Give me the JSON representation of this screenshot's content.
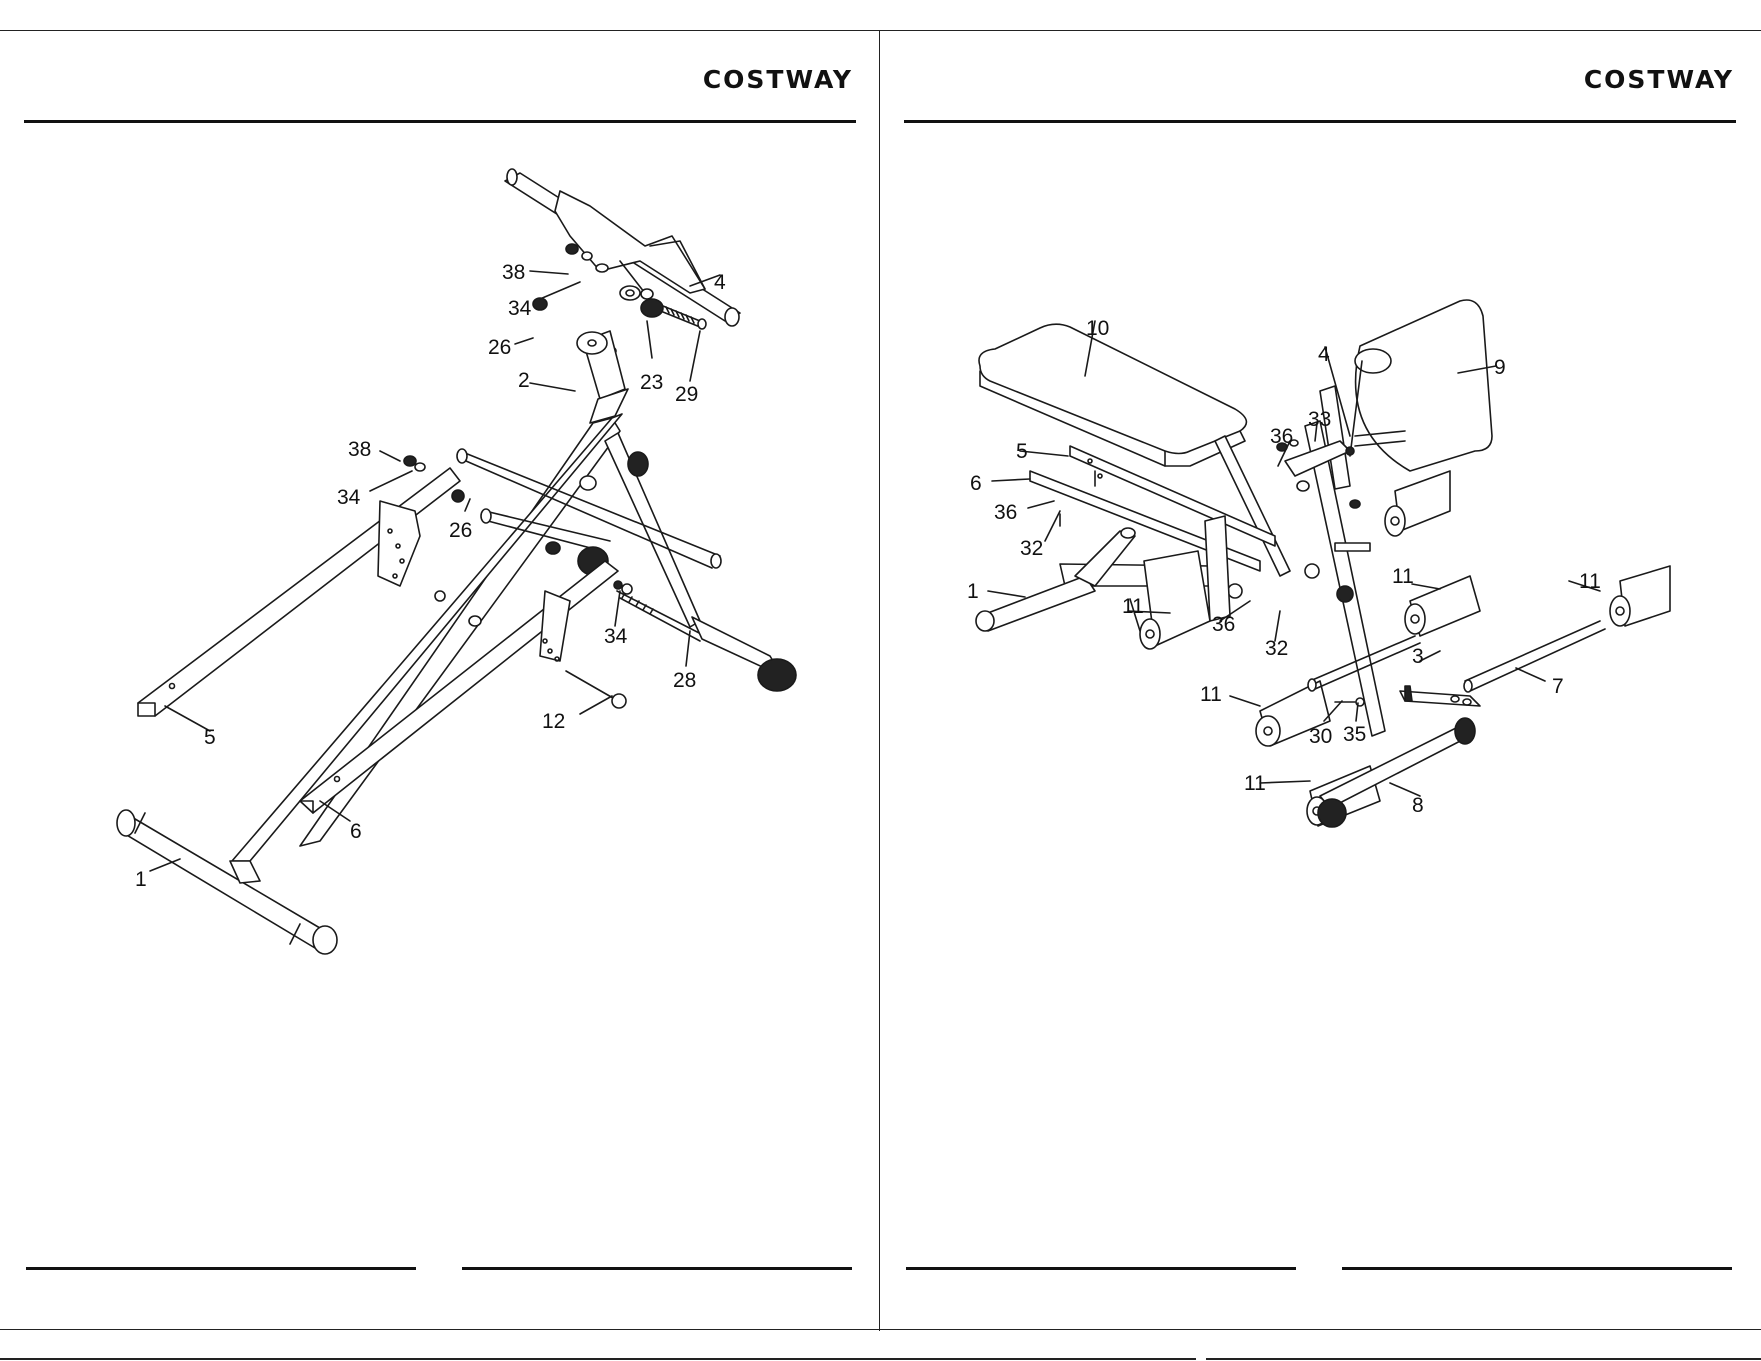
{
  "brand": "COSTWAY",
  "left_diagram": {
    "callouts": {
      "c38a": "38",
      "c34a": "34",
      "c4": "4",
      "c26a": "26",
      "c2": "2",
      "c23": "23",
      "c29": "29",
      "c38b": "38",
      "c34b": "34",
      "c26b": "26",
      "c34c": "34",
      "c28": "28",
      "c12": "12",
      "c5": "5",
      "c6": "6",
      "c1": "1"
    }
  },
  "right_diagram": {
    "callouts": {
      "c10": "10",
      "c4": "4",
      "c9": "9",
      "c33": "33",
      "c36a": "36",
      "c5": "5",
      "c6": "6",
      "c36b": "36",
      "c32a": "32",
      "c1": "1",
      "c11a": "11",
      "c36c": "36",
      "c32b": "32",
      "c11b": "11",
      "c11c": "11",
      "c3": "3",
      "c7": "7",
      "c11d": "11",
      "c30": "30",
      "c35": "35",
      "c11e": "11",
      "c8": "8"
    }
  }
}
